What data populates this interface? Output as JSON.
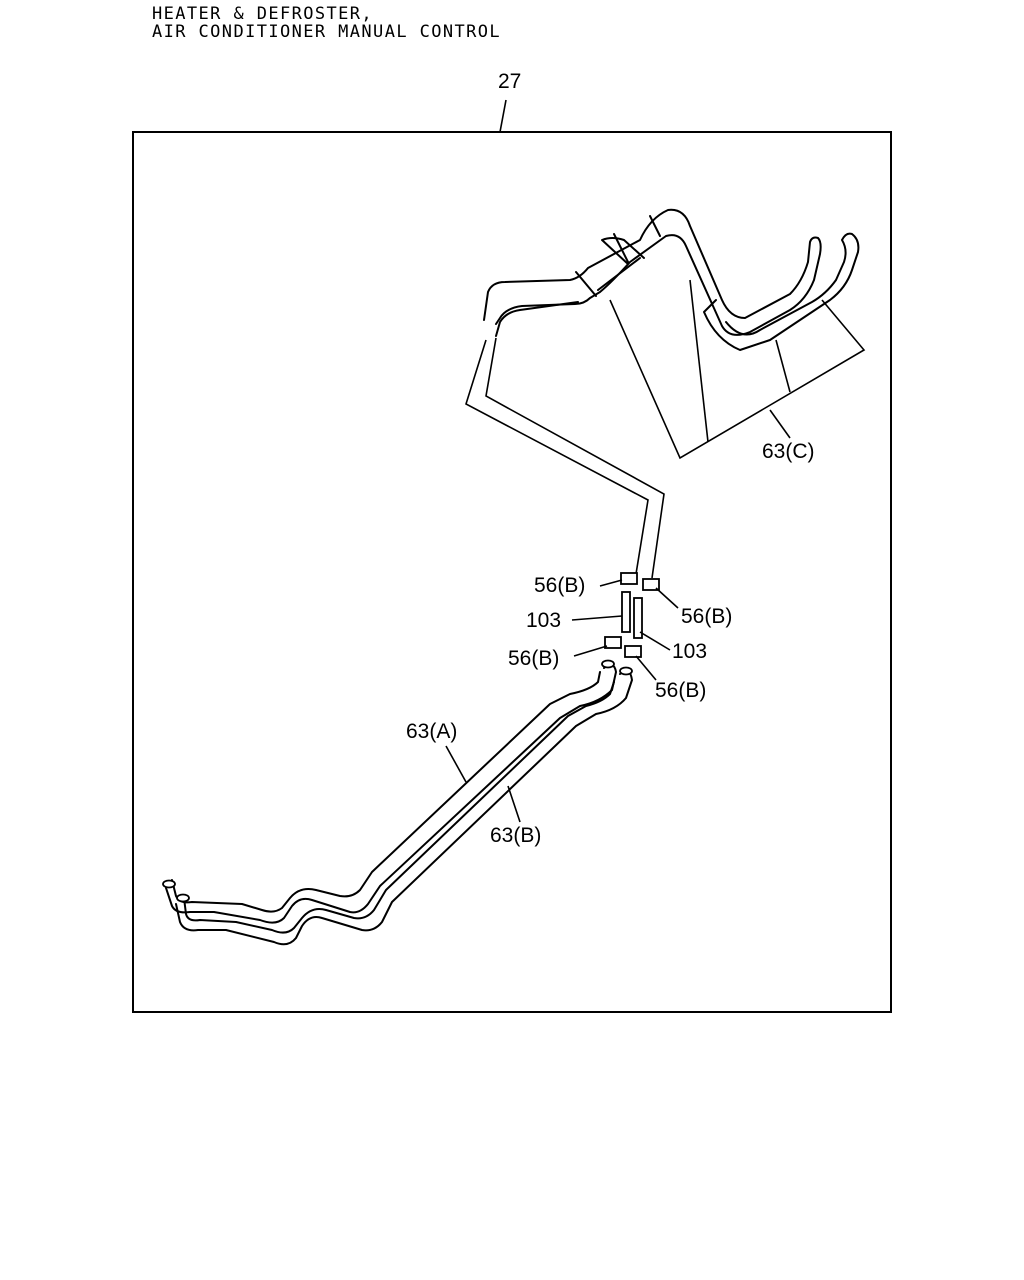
{
  "header": {
    "line1": "HEATER & DEFROSTER,",
    "line2": "AIR CONDITIONER MANUAL CONTROL"
  },
  "diagram": {
    "assembly_ref": "27",
    "callouts": {
      "hose_c": "63(C)",
      "clamp_upper_left": "56(B)",
      "clamp_upper_right": "56(B)",
      "joint_left": "103",
      "joint_right": "103",
      "clamp_lower_left": "56(B)",
      "clamp_lower_right": "56(B)",
      "hose_a": "63(A)",
      "hose_b": "63(B)"
    }
  }
}
